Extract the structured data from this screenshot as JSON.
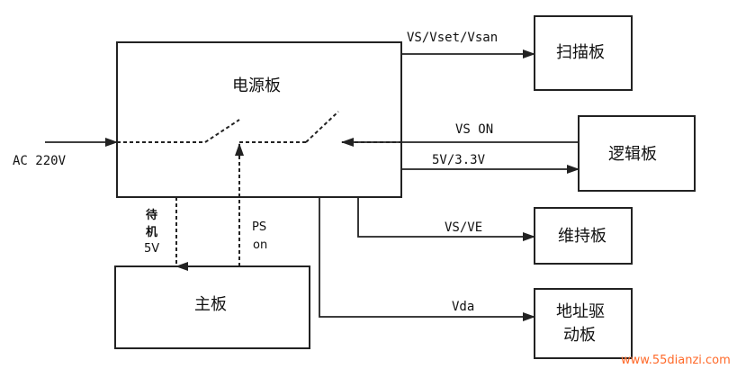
{
  "blocks": {
    "power": "电源板",
    "scan": "扫描板",
    "logic": "逻辑板",
    "sustain": "维持板",
    "address_line1": "地址驱",
    "address_line2": "动板",
    "main": "主板"
  },
  "signals": {
    "ac_input": "AC 220V",
    "scan_voltages": "VS/Vset/Vsan",
    "vs_on": "VS ON",
    "logic_supply": "5V/3.3V",
    "sustain_voltages": "VS/VE",
    "address_voltage": "Vda",
    "standby_line1": "待",
    "standby_line2": "机",
    "standby_voltage": "5V",
    "ps_on_line1": "PS",
    "ps_on_line2": "on"
  },
  "watermark": "www.55dianzi.com",
  "colors": {
    "line": "#222222",
    "watermark": "#ff6a2a"
  }
}
